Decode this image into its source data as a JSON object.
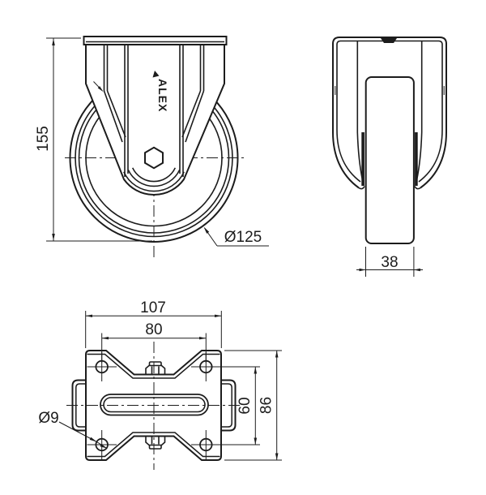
{
  "drawing": {
    "background": "#ffffff",
    "line_color": "#1c1c1c",
    "logo": "ALEX",
    "front_view": {
      "overall_height": "155",
      "wheel_diameter": "Ø125"
    },
    "side_view": {
      "wheel_width": "38"
    },
    "plate_view": {
      "plate_width": "107",
      "bolt_spacing_width": "80",
      "bolt_spacing_depth": "60",
      "plate_depth": "86",
      "bolt_hole_diameter": "Ø9"
    }
  }
}
